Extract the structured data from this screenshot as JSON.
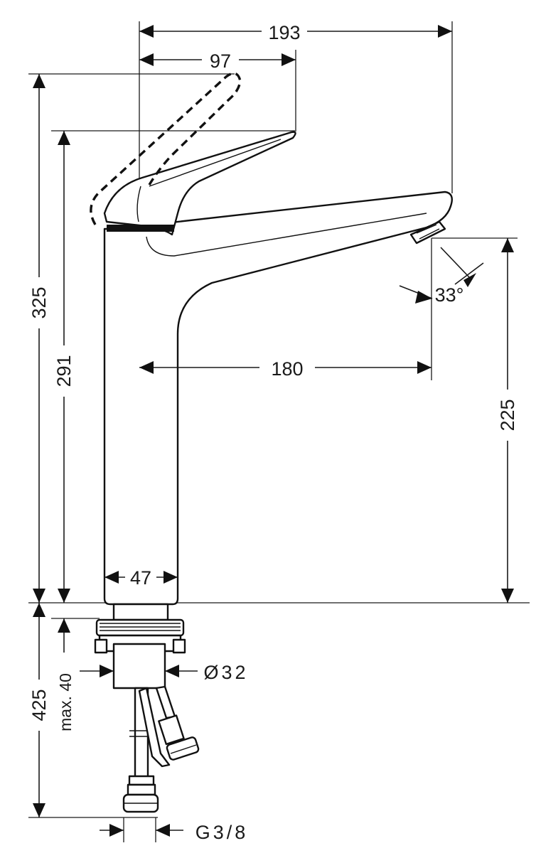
{
  "dimensions": {
    "total_depth": "193",
    "handle_depth": "97",
    "total_height": "325",
    "handle_height": "291",
    "spout_reach": "180",
    "spout_height": "225",
    "spout_angle": "33°",
    "body_width": "47",
    "shank_length": "425",
    "max_thickness": "max. 40",
    "hole_diameter": "Ø32",
    "connection_thread": "G3/8"
  }
}
